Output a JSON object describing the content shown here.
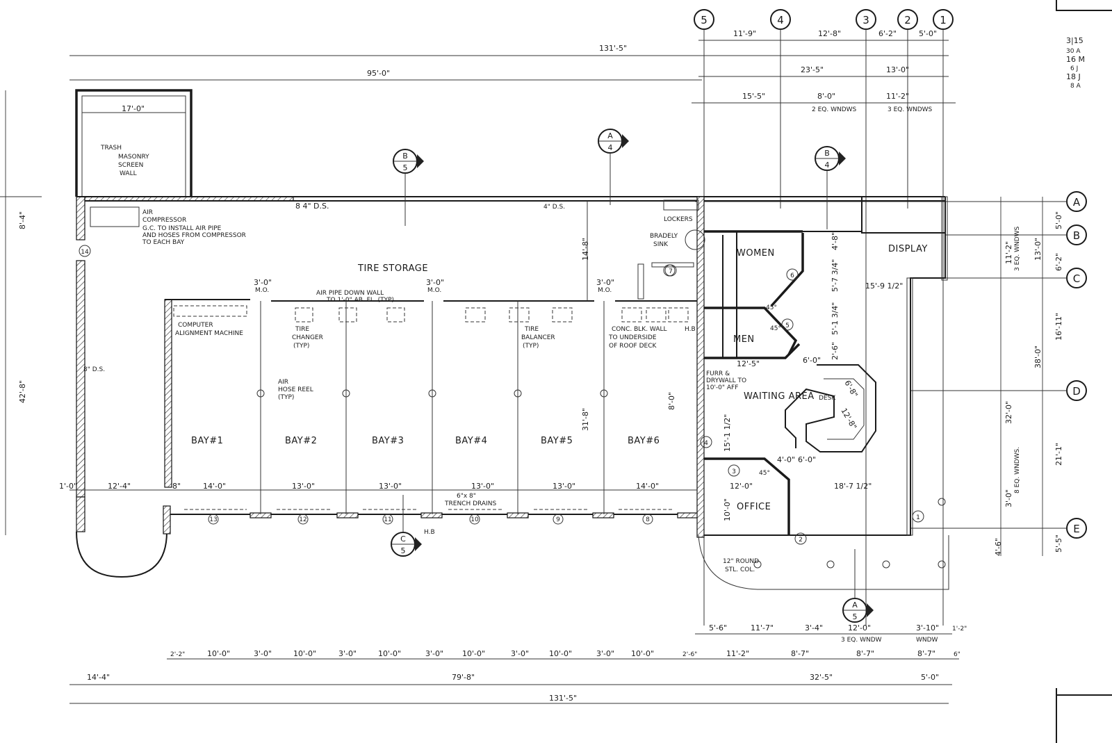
{
  "drawing": {
    "grid_columns": [
      "5",
      "4",
      "3",
      "2",
      "1"
    ],
    "grid_rows": [
      "A",
      "B",
      "C",
      "D",
      "E"
    ],
    "section_markers": [
      {
        "top": "B",
        "bottom": "5"
      },
      {
        "top": "A",
        "bottom": "4"
      },
      {
        "top": "B",
        "bottom": "4"
      },
      {
        "top": "C",
        "bottom": "5"
      },
      {
        "top": "A",
        "bottom": "5"
      }
    ],
    "rooms": {
      "tire_storage": "TIRE STORAGE",
      "women": "WOMEN",
      "men": "MEN",
      "waiting_area": "WAITING AREA",
      "display": "DISPLAY",
      "office": "OFFICE",
      "lockers": "LOCKERS",
      "desk": "DESK"
    },
    "bays": [
      "BAY#1",
      "BAY#2",
      "BAY#3",
      "BAY#4",
      "BAY#5",
      "BAY#6"
    ],
    "door_tags": [
      "14",
      "13",
      "12",
      "11",
      "10",
      "9",
      "8",
      "7",
      "6",
      "5",
      "4",
      "3",
      "2",
      "1"
    ],
    "notes": {
      "trash": "TRASH",
      "masonry": "MASONRY",
      "screen": "SCREEN",
      "wall": "WALL",
      "air": "AIR",
      "compressor": "COMPRESSOR",
      "gc1": "G.C. TO INSTALL AIR PIPE",
      "gc2": "AND HOSES FROM COMPRESSOR",
      "gc3": "TO EACH BAY",
      "alignment1": "COMPUTER",
      "alignment2": "ALIGNMENT MACHINE",
      "tire_changer1": "TIRE",
      "tire_changer2": "CHANGER",
      "tire_changer3": "(TYP)",
      "air_pipe1": "AIR PIPE DOWN WALL",
      "air_pipe2": "TO 1'-0\" AB. FL. (TYP)",
      "hose1": "AIR",
      "hose2": "HOSE REEL",
      "hose3": "(TYP)",
      "balancer1": "TIRE",
      "balancer2": "BALANCER",
      "balancer3": "(TYP)",
      "conc1": "CONC. BLK. WALL",
      "conc2": "TO UNDERSIDE",
      "conc3": "OF ROOF DECK",
      "bradley1": "BRADELY",
      "bradley2": "SINK",
      "furr1": "FURR &",
      "furr2": "DRYWALL TO",
      "furr3": "10'-0\" AFF",
      "trench1": "6\"x 8\"",
      "trench2": "TRENCH DRAINS",
      "column1": "12\" ROUND",
      "column2": "STL. COL.",
      "hb": "H.B",
      "ds1": "8 4\" D.S.",
      "ds2": "4\" D.S.",
      "ds3": "8\" D.S.",
      "mo": "M.O.",
      "windows_2eq": "2 EQ. WNDWS",
      "windows_3eq": "3 EQ. WNDWS",
      "windows_3eq_b": "3 EQ. WNDW",
      "windows_8eq": "8 EQ. WNDWS.",
      "windows_3eq_side": "3 EQ. WNDWS",
      "wndw": "WNDW"
    },
    "dimensions": {
      "overall_top": "131'-5\"",
      "overall_bottom": "131'-5\"",
      "garage_top": "95'-0\"",
      "col_5_4": "11'-9\"",
      "col_4_3": "12'-8\"",
      "col_3_2": "6'-2\"",
      "col_2_1": "5'-0\"",
      "d_23_5": "23'-5\"",
      "d_13_0": "13'-0\"",
      "d_15_5": "15'-5\"",
      "d_8_0": "8'-0\"",
      "d_11_2": "11'-2\"",
      "trash_width": "17'-0\"",
      "left_8_4": "8'-4\"",
      "left_42_8": "42'-8\"",
      "bay_widths": [
        "12'-4\"",
        "14'-0\"",
        "13'-0\"",
        "13'-0\"",
        "13'-0\"",
        "13'-0\"",
        "14'-0\""
      ],
      "left_1_0": "1'-0\"",
      "left_8": "8\"",
      "bottom_row": [
        "2'-2\"",
        "10'-0\"",
        "3'-0\"",
        "10'-0\"",
        "3'-0\"",
        "10'-0\"",
        "3'-0\"",
        "10'-0\"",
        "3'-0\"",
        "10'-0\"",
        "3'-0\"",
        "10'-0\"",
        "2'-6\"",
        "11'-2\"",
        "8'-7\"",
        "8'-7\"",
        "8'-7\"",
        "6\""
      ],
      "bottom_14_4": "14'-4\"",
      "bottom_79_8": "79'-8\"",
      "bottom_32_5": "32'-5\"",
      "bottom_5_0": "5'-0\"",
      "bottom_upper": [
        "5'-6\"",
        "11'-7\"",
        "3'-4\"",
        "12'-0\"",
        "3'-10\"",
        "1'-2\""
      ],
      "right_col": [
        "5'-0\"",
        "6'-2\"",
        "13'-0\"",
        "11'-2\"",
        "16'-11\"",
        "38'-0\"",
        "32'-0\"",
        "21'-1\"",
        "5'-5\"",
        "4'-6\"",
        "3'-0\""
      ],
      "interior": [
        "14'-8\"",
        "31'-8\"",
        "12'-5\"",
        "15'-9 1/2\"",
        "18'-7 1/2\"",
        "12'-0\"",
        "10'-0\"",
        "4'-8\"",
        "5'-7 3/4\"",
        "5'-1 3/4\"",
        "2'-6\"",
        "6'-0\"",
        "12'-8\"",
        "6'-8\"",
        "4'-0\"",
        "6'-0\"",
        "15'-1 1/2\"",
        "8'-0\"",
        "45°",
        "45°",
        "45°",
        "3'-0\""
      ]
    },
    "title_block": [
      "3|15",
      "30 A",
      "16 M",
      "6 J",
      "18 J",
      "8 A"
    ]
  }
}
